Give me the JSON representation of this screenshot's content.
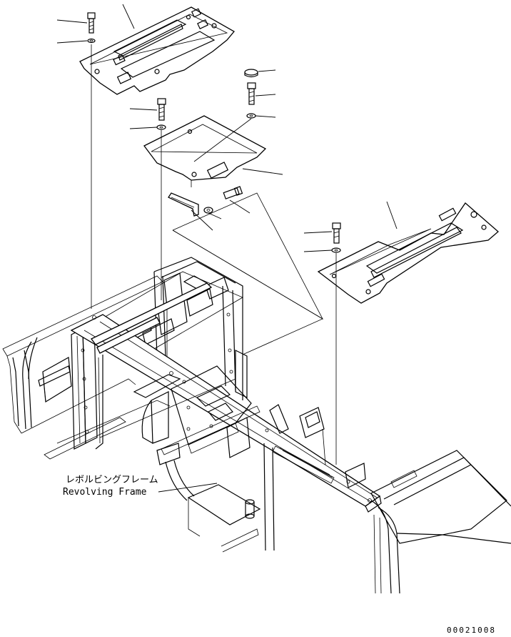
{
  "labels": {
    "frame_jp": "レボルビングフレーム",
    "frame_en": "Revolving Frame",
    "drawing_number": "00021008"
  },
  "colors": {
    "line": "#000000",
    "background": "#ffffff"
  }
}
